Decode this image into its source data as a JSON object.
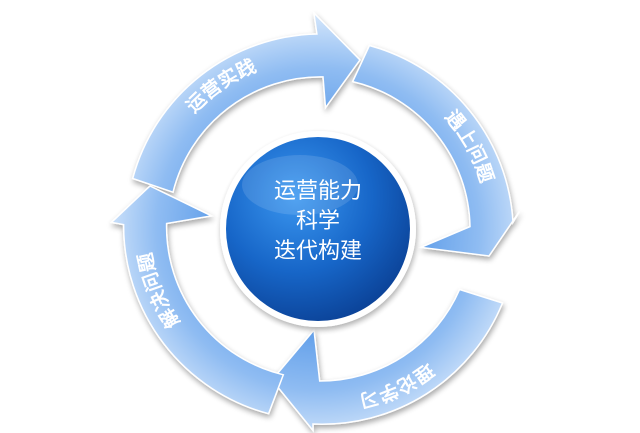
{
  "center": {
    "lines": [
      "运营能力",
      "科学",
      "迭代构建"
    ],
    "color": "#1766c8"
  },
  "cycle": [
    {
      "id": "practice",
      "label": "运营实践"
    },
    {
      "id": "problems",
      "label": "遇上问题"
    },
    {
      "id": "theory",
      "label": "理论学习"
    },
    {
      "id": "solve",
      "label": "解决问题"
    }
  ],
  "colors": {
    "arrow_light": "#d4e6fb",
    "arrow_dark": "#4e93e6",
    "center_light": "#2f8ae8",
    "center_dark": "#0a3f93"
  }
}
